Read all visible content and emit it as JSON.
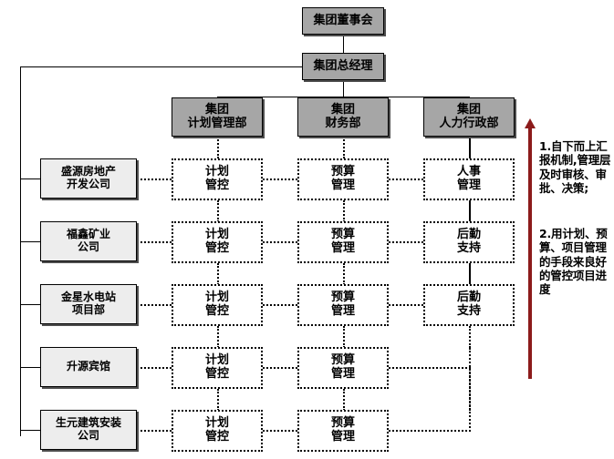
{
  "diagram": {
    "title_chain": {
      "board": "集团董事会",
      "general_manager": "集团总经理"
    },
    "departments": [
      {
        "label": "集团\n计划管理部"
      },
      {
        "label": "集团\n财务部"
      },
      {
        "label": "集团\n人力行政部"
      }
    ],
    "subsidiaries": [
      {
        "label": "盛源房地产\n开发公司"
      },
      {
        "label": "福鑫矿业\n公司"
      },
      {
        "label": "金星水电站\n项目部"
      },
      {
        "label": "升源宾馆"
      },
      {
        "label": "生元建筑安装\n公司"
      }
    ],
    "grid": {
      "rows": [
        {
          "plan": "计划\n管控",
          "budget": "预算\n管理",
          "hr": "人事\n管理"
        },
        {
          "plan": "计划\n管控",
          "budget": "预算\n管理",
          "hr": "后勤\n支持"
        },
        {
          "plan": "计划\n管控",
          "budget": "预算\n管理",
          "hr": "后勤\n支持"
        },
        {
          "plan": "计划\n管控",
          "budget": "预算\n管理",
          "hr": ""
        },
        {
          "plan": "计划\n管控",
          "budget": "预算\n管理",
          "hr": ""
        }
      ]
    },
    "notes": [
      {
        "text": "1.自下而上汇报机制,管理层及时审核、审批、决策;"
      },
      {
        "text": "2.用计划、预算、项目管理的手段来良好的管控项目进度"
      }
    ],
    "colors": {
      "solid_box_fill": "#a6a6a6",
      "light_box_fill": "#ededed",
      "box_border": "#000000",
      "box_shadow": "#4d4d4d",
      "arrow": "#8c1b1b",
      "background": "#ffffff"
    }
  }
}
